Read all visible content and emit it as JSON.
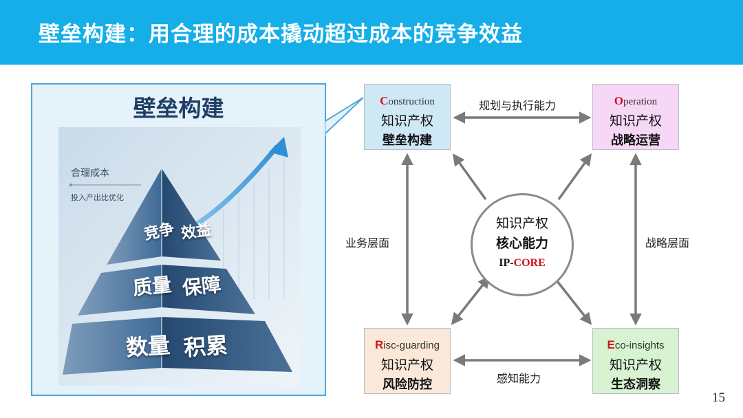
{
  "header": {
    "title": "壁垒构建：用合理的成本撬动超过成本的竞争效益"
  },
  "pyramid_panel": {
    "title": "壁垒构建",
    "note_label": "合理成本",
    "note_sub": "投入产出比优化",
    "levels": [
      {
        "left": "竞争",
        "right": "效益"
      },
      {
        "left": "质量",
        "right": "保障"
      },
      {
        "left": "数量",
        "right": "积累"
      }
    ]
  },
  "nodes": {
    "construction": {
      "initial": "C",
      "rest": "onstruction",
      "line1": "知识产权",
      "line2": "壁垒构建",
      "bg": "#cfe8f6"
    },
    "operation": {
      "initial": "O",
      "rest": "peration",
      "line1": "知识产权",
      "line2": "战略运营",
      "bg": "#f6d7f6"
    },
    "risc": {
      "initial": "R",
      "rest": "isc-guarding",
      "line1": "知识产权",
      "line2": "风险防控",
      "bg": "#fbe8d8"
    },
    "eco": {
      "initial": "E",
      "rest": "co-insights",
      "line1": "知识产权",
      "line2": "生态洞察",
      "bg": "#d8f3d2"
    }
  },
  "center": {
    "line1": "知识产权",
    "line2": "核心能力",
    "tag_black": "IP-",
    "tag_red": "CORE"
  },
  "edges": {
    "top": "规划与执行能力",
    "bottom": "感知能力",
    "left": "业务层面",
    "right": "战略层面"
  },
  "page_number": "15"
}
